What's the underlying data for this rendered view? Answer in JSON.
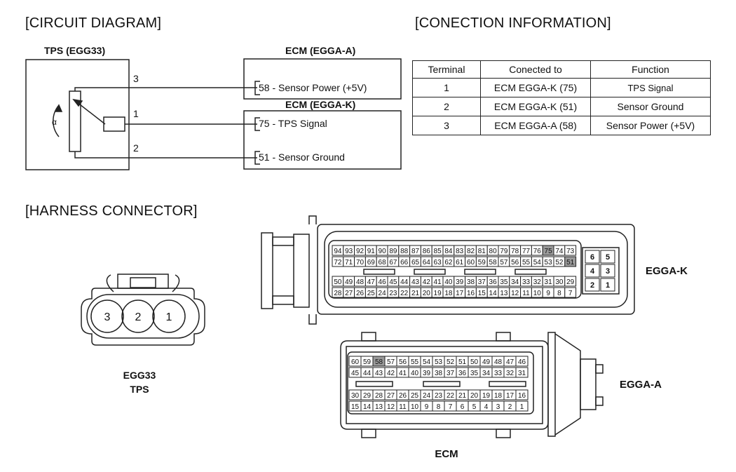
{
  "sections": {
    "circuit": "[CIRCUIT DIAGRAM]",
    "connection": "[CONECTION INFORMATION]",
    "harness": "[HARNESS CONNECTOR]"
  },
  "circuit": {
    "tps_title": "TPS (EGG33)",
    "alpha": "α",
    "pins": [
      "3",
      "1",
      "2"
    ],
    "ecm_a_title": "ECM (EGGA-A)",
    "ecm_k_title": "ECM (EGGA-K)",
    "ecm_a_terminals": [
      "58 - Sensor Power (+5V)"
    ],
    "ecm_k_terminals": [
      "75 - TPS Signal",
      "51 - Sensor Ground"
    ]
  },
  "connection_table": {
    "headers": [
      "Terminal",
      "Conected to",
      "Function"
    ],
    "rows": [
      [
        "1",
        "ECM EGGA-K (75)",
        "TPS Signal"
      ],
      [
        "2",
        "ECM EGGA-K (51)",
        "Sensor Ground"
      ],
      [
        "3",
        "ECM EGGA-A (58)",
        "Sensor Power (+5V)"
      ]
    ]
  },
  "harness": {
    "tps_pins": [
      "3",
      "2",
      "1"
    ],
    "tps_label": [
      "EGG33",
      "TPS"
    ],
    "egga_k_label": "EGGA-K",
    "egga_a_label": "EGGA-A",
    "ecm_label": "ECM",
    "highlight_color": "#9a9a9a",
    "egga_k": {
      "rows": [
        [
          "94",
          "93",
          "92",
          "91",
          "90",
          "89",
          "88",
          "87",
          "86",
          "85",
          "84",
          "83",
          "82",
          "81",
          "80",
          "79",
          "78",
          "77",
          "76",
          "75",
          "74",
          "73"
        ],
        [
          "72",
          "71",
          "70",
          "69",
          "68",
          "67",
          "66",
          "65",
          "64",
          "63",
          "62",
          "61",
          "60",
          "59",
          "58",
          "57",
          "56",
          "55",
          "54",
          "53",
          "52",
          "51"
        ],
        [
          "50",
          "49",
          "48",
          "47",
          "46",
          "45",
          "44",
          "43",
          "42",
          "41",
          "40",
          "39",
          "38",
          "37",
          "36",
          "35",
          "34",
          "33",
          "32",
          "31",
          "30",
          "29"
        ],
        [
          "28",
          "27",
          "26",
          "25",
          "24",
          "23",
          "22",
          "21",
          "20",
          "19",
          "18",
          "17",
          "16",
          "15",
          "14",
          "13",
          "12",
          "11",
          "10",
          "9",
          "8",
          "7"
        ]
      ],
      "highlight": [
        "75",
        "51"
      ],
      "side_pins": [
        [
          "6",
          "5"
        ],
        [
          "4",
          "3"
        ],
        [
          "2",
          "1"
        ]
      ]
    },
    "egga_a": {
      "rows": [
        [
          "60",
          "59",
          "58",
          "57",
          "56",
          "55",
          "54",
          "53",
          "52",
          "51",
          "50",
          "49",
          "48",
          "47",
          "46"
        ],
        [
          "45",
          "44",
          "43",
          "42",
          "41",
          "40",
          "39",
          "38",
          "37",
          "36",
          "35",
          "34",
          "33",
          "32",
          "31"
        ],
        [
          "30",
          "29",
          "28",
          "27",
          "26",
          "25",
          "24",
          "23",
          "22",
          "21",
          "20",
          "19",
          "18",
          "17",
          "16"
        ],
        [
          "15",
          "14",
          "13",
          "12",
          "11",
          "10",
          "9",
          "8",
          "7",
          "6",
          "5",
          "4",
          "3",
          "2",
          "1"
        ]
      ],
      "highlight": [
        "58"
      ]
    }
  }
}
